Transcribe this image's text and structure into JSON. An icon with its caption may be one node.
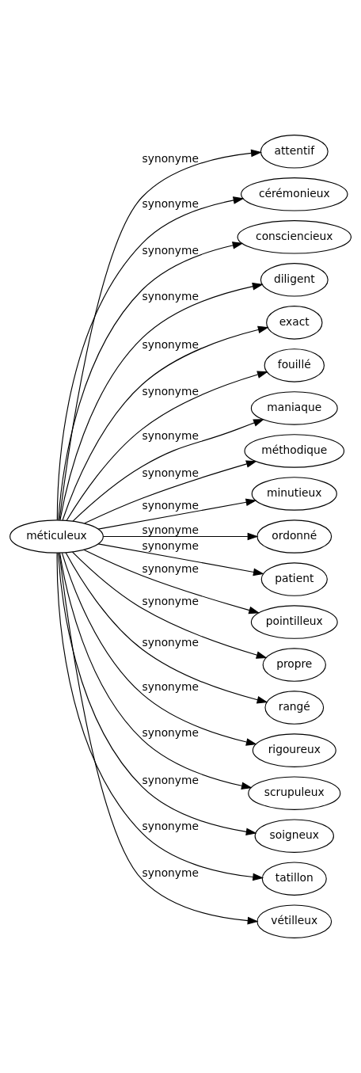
{
  "diagram": {
    "nodes": [
      {
        "text": [
          "méticuleux"
        ]
      },
      {
        "text": [
          "attentif"
        ]
      },
      {
        "text": [
          "cérémonieux"
        ]
      },
      {
        "text": [
          "consciencieux"
        ]
      },
      {
        "text": [
          "diligent"
        ]
      },
      {
        "text": [
          "exact"
        ]
      },
      {
        "text": [
          "fouillé"
        ]
      },
      {
        "text": [
          "maniaque"
        ]
      },
      {
        "text": [
          "méthodique"
        ]
      },
      {
        "text": [
          "minutieux"
        ]
      },
      {
        "text": [
          "ordonné"
        ]
      },
      {
        "text": [
          "patient"
        ]
      },
      {
        "text": [
          "pointilleux"
        ]
      },
      {
        "text": [
          "propre"
        ]
      },
      {
        "text": [
          "rangé"
        ]
      },
      {
        "text": [
          "rigoureux"
        ]
      },
      {
        "text": [
          "scrupuleux"
        ]
      },
      {
        "text": [
          "soigneux"
        ]
      },
      {
        "text": [
          "tatillon"
        ]
      },
      {
        "text": [
          "vétilleux"
        ]
      }
    ],
    "edges": [
      {
        "from": 0,
        "to": 1,
        "arrow": "to",
        "label": "synonyme"
      },
      {
        "from": 0,
        "to": 2,
        "arrow": "to",
        "label": "synonyme"
      },
      {
        "from": 0,
        "to": 3,
        "arrow": "to",
        "label": "synonyme"
      },
      {
        "from": 0,
        "to": 4,
        "arrow": "to",
        "label": "synonyme"
      },
      {
        "from": 0,
        "to": 5,
        "arrow": "to",
        "label": "synonyme"
      },
      {
        "from": 0,
        "to": 6,
        "arrow": "to",
        "label": "synonyme"
      },
      {
        "from": 0,
        "to": 7,
        "arrow": "to",
        "label": "synonyme"
      },
      {
        "from": 0,
        "to": 8,
        "arrow": "to",
        "label": "synonyme"
      },
      {
        "from": 0,
        "to": 9,
        "arrow": "to",
        "label": "synonyme"
      },
      {
        "from": 0,
        "to": 10,
        "arrow": "to",
        "label": "synonyme"
      },
      {
        "from": 0,
        "to": 11,
        "arrow": "to",
        "label": "synonyme"
      },
      {
        "from": 0,
        "to": 12,
        "arrow": "to",
        "label": "synonyme"
      },
      {
        "from": 0,
        "to": 13,
        "arrow": "to",
        "label": "synonyme"
      },
      {
        "from": 0,
        "to": 14,
        "arrow": "to",
        "label": "synonyme"
      },
      {
        "from": 0,
        "to": 15,
        "arrow": "to",
        "label": "synonyme"
      },
      {
        "from": 0,
        "to": 16,
        "arrow": "to",
        "label": "synonyme"
      },
      {
        "from": 0,
        "to": 17,
        "arrow": "to",
        "label": "synonyme"
      },
      {
        "from": 0,
        "to": 18,
        "arrow": "to",
        "label": "synonyme"
      },
      {
        "from": 0,
        "to": 19,
        "arrow": "to",
        "label": "synonyme"
      }
    ]
  }
}
